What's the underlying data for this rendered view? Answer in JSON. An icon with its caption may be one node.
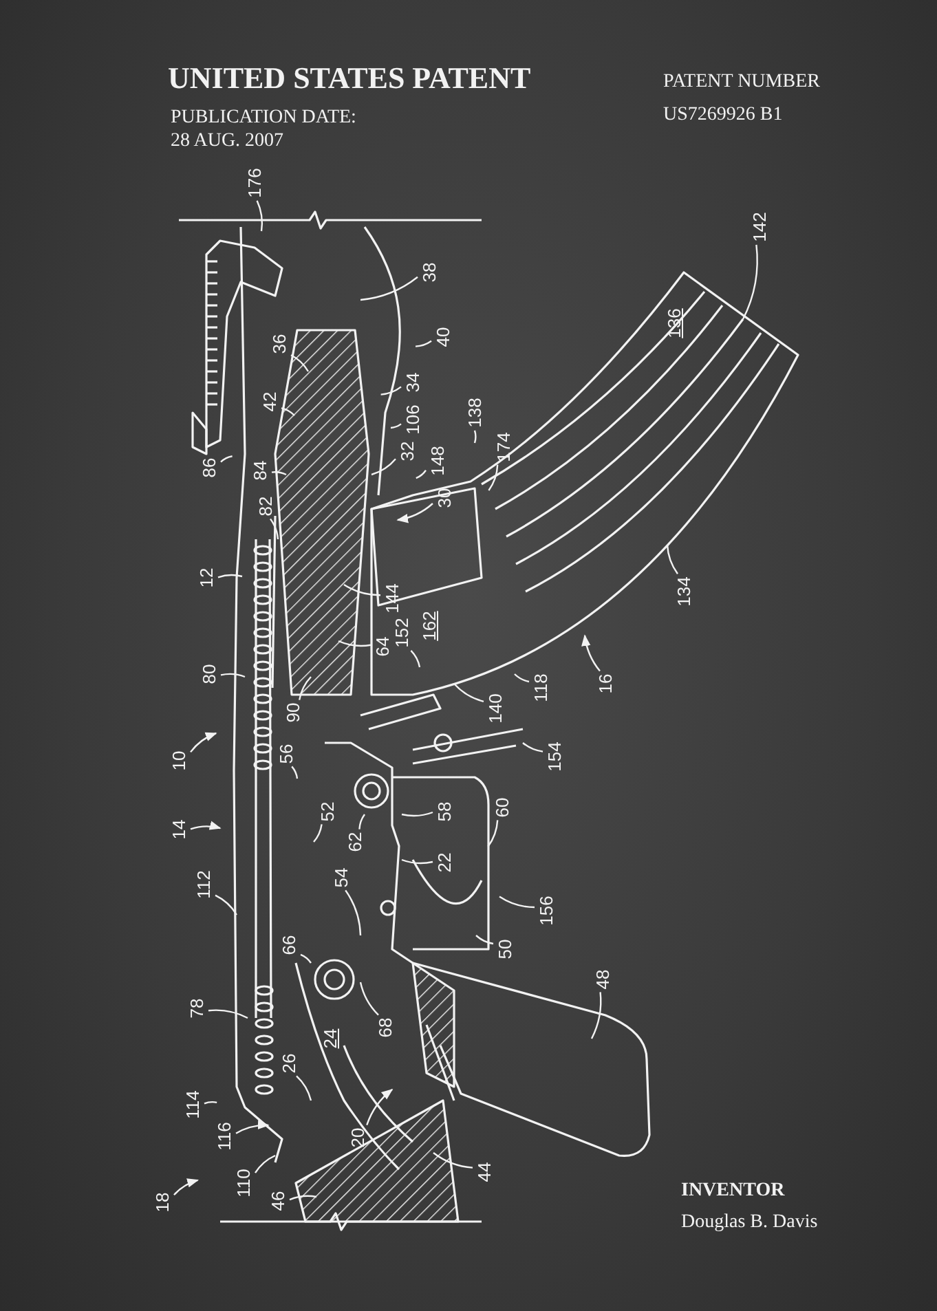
{
  "diagram": {
    "nodes": [
      {
        "text": [
          "176"
        ]
      },
      {
        "text": [
          "38"
        ]
      },
      {
        "text": [
          "36"
        ]
      },
      {
        "text": [
          "40"
        ]
      },
      {
        "text": [
          "42"
        ]
      },
      {
        "text": [
          "34"
        ]
      },
      {
        "text": [
          "106"
        ]
      },
      {
        "text": [
          "138"
        ]
      },
      {
        "text": [
          "86"
        ]
      },
      {
        "text": [
          "84"
        ]
      },
      {
        "text": [
          "32"
        ]
      },
      {
        "text": [
          "148"
        ]
      },
      {
        "text": [
          "174"
        ]
      },
      {
        "text": [
          "30"
        ]
      },
      {
        "text": [
          "82"
        ]
      },
      {
        "text": [
          "12"
        ]
      },
      {
        "text": [
          "144"
        ]
      },
      {
        "text": [
          "64"
        ]
      },
      {
        "text": [
          "152"
        ]
      },
      {
        "text": [
          "80"
        ]
      },
      {
        "text": [
          "90"
        ]
      },
      {
        "text": [
          "140"
        ]
      },
      {
        "text": [
          "118"
        ]
      },
      {
        "text": [
          "16"
        ]
      },
      {
        "text": [
          "134"
        ]
      },
      {
        "text": [
          "142"
        ]
      },
      {
        "text": [
          "10"
        ]
      },
      {
        "text": [
          "56"
        ]
      },
      {
        "text": [
          "154"
        ]
      },
      {
        "text": [
          "14"
        ]
      },
      {
        "text": [
          "52"
        ]
      },
      {
        "text": [
          "62"
        ]
      },
      {
        "text": [
          "58"
        ]
      },
      {
        "text": [
          "60"
        ]
      },
      {
        "text": [
          "22"
        ]
      },
      {
        "text": [
          "112"
        ]
      },
      {
        "text": [
          "54"
        ]
      },
      {
        "text": [
          "156"
        ]
      },
      {
        "text": [
          "50"
        ]
      },
      {
        "text": [
          "66"
        ]
      },
      {
        "text": [
          "48"
        ]
      },
      {
        "text": [
          "78"
        ]
      },
      {
        "text": [
          "68"
        ]
      },
      {
        "text": [
          "26"
        ]
      },
      {
        "text": [
          "114"
        ]
      },
      {
        "text": [
          "20"
        ]
      },
      {
        "text": [
          "116"
        ]
      },
      {
        "text": [
          "110"
        ]
      },
      {
        "text": [
          "18"
        ]
      },
      {
        "text": [
          "46"
        ]
      },
      {
        "text": [
          "44"
        ]
      }
    ],
    "edges": [
      {
        "from": 0,
        "to": null,
        "arrow": "none"
      },
      {
        "from": 1,
        "to": null,
        "arrow": "none"
      },
      {
        "from": 2,
        "to": null,
        "arrow": "none"
      },
      {
        "from": 3,
        "to": null,
        "arrow": "none"
      },
      {
        "from": 4,
        "to": null,
        "arrow": "none"
      },
      {
        "from": 5,
        "to": null,
        "arrow": "none"
      },
      {
        "from": 6,
        "to": null,
        "arrow": "none"
      },
      {
        "from": 7,
        "to": null,
        "arrow": "none"
      },
      {
        "from": 8,
        "to": null,
        "arrow": "none"
      },
      {
        "from": 9,
        "to": null,
        "arrow": "none"
      },
      {
        "from": 10,
        "to": null,
        "arrow": "none"
      },
      {
        "from": 11,
        "to": null,
        "arrow": "none"
      },
      {
        "from": 12,
        "to": null,
        "arrow": "none"
      },
      {
        "from": 13,
        "to": null,
        "arrow": "to"
      },
      {
        "from": 14,
        "to": null,
        "arrow": "none"
      },
      {
        "from": 15,
        "to": null,
        "arrow": "none"
      },
      {
        "from": 16,
        "to": null,
        "arrow": "none"
      },
      {
        "from": 17,
        "to": null,
        "arrow": "none"
      },
      {
        "from": 18,
        "to": null,
        "arrow": "none"
      },
      {
        "from": 19,
        "to": null,
        "arrow": "none"
      },
      {
        "from": 20,
        "to": null,
        "arrow": "none"
      },
      {
        "from": 21,
        "to": null,
        "arrow": "none"
      },
      {
        "from": 22,
        "to": null,
        "arrow": "none"
      },
      {
        "from": 23,
        "to": null,
        "arrow": "to"
      },
      {
        "from": 24,
        "to": null,
        "arrow": "none"
      },
      {
        "from": 25,
        "to": null,
        "arrow": "none"
      },
      {
        "from": 26,
        "to": null,
        "arrow": "to"
      },
      {
        "from": 27,
        "to": null,
        "arrow": "none"
      },
      {
        "from": 28,
        "to": null,
        "arrow": "none"
      },
      {
        "from": 29,
        "to": null,
        "arrow": "to"
      },
      {
        "from": 30,
        "to": null,
        "arrow": "none"
      },
      {
        "from": 31,
        "to": null,
        "arrow": "none"
      },
      {
        "from": 32,
        "to": null,
        "arrow": "none"
      },
      {
        "from": 33,
        "to": null,
        "arrow": "none"
      },
      {
        "from": 34,
        "to": null,
        "arrow": "none"
      },
      {
        "from": 35,
        "to": null,
        "arrow": "none"
      },
      {
        "from": 36,
        "to": null,
        "arrow": "none"
      },
      {
        "from": 37,
        "to": null,
        "arrow": "none"
      },
      {
        "from": 38,
        "to": null,
        "arrow": "none"
      },
      {
        "from": 39,
        "to": null,
        "arrow": "none"
      },
      {
        "from": 40,
        "to": null,
        "arrow": "none"
      },
      {
        "from": 41,
        "to": null,
        "arrow": "none"
      },
      {
        "from": 42,
        "to": null,
        "arrow": "none"
      },
      {
        "from": 43,
        "to": null,
        "arrow": "none"
      },
      {
        "from": 44,
        "to": null,
        "arrow": "none"
      },
      {
        "from": 45,
        "to": null,
        "arrow": "to"
      },
      {
        "from": 46,
        "to": null,
        "arrow": "to"
      },
      {
        "from": 47,
        "to": null,
        "arrow": "none"
      },
      {
        "from": 48,
        "to": null,
        "arrow": "to"
      },
      {
        "from": 49,
        "to": null,
        "arrow": "none"
      },
      {
        "from": 50,
        "to": null,
        "arrow": "none"
      }
    ],
    "labels": [
      "UNITED STATES PATENT",
      "PATENT NUMBER",
      "PUBLICATION DATE:",
      "US7269926 B1",
      "28 AUG. 2007",
      "136",
      "162",
      "24",
      "INVENTOR",
      "Douglas B. Davis"
    ]
  }
}
